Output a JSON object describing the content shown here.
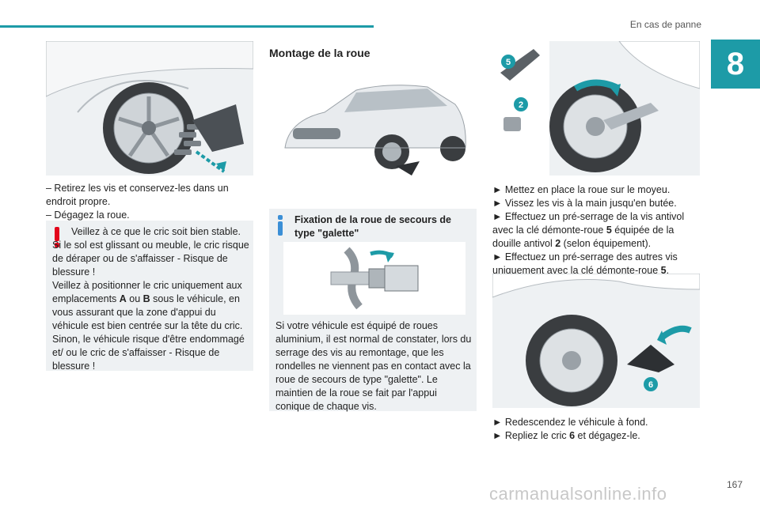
{
  "header": {
    "section_title": "En cas de panne",
    "chapter_number": "8"
  },
  "col1": {
    "step1": "– Retirez les vis et conservez-les dans un endroit propre.",
    "step2": "– Dégagez la roue.",
    "warning": {
      "line1": "Veillez à ce que le cric soit bien stable. Si le sol est glissant ou meuble, le cric risque de déraper ou de s'affaisser - Risque de blessure !",
      "line2_pre": "Veillez à positionner le cric uniquement aux emplacements ",
      "a": "A",
      "or": " ou ",
      "b": "B",
      "line2_post": " sous le véhicule, en vous assurant que la zone d'appui du véhicule est bien centrée sur la tête du cric. Sinon, le véhicule risque d'être endommagé et/ ou le cric de s'affaisser - Risque de blessure !"
    }
  },
  "col2": {
    "heading": "Montage de la roue",
    "info": {
      "title": "Fixation de la roue de secours de type \"galette\"",
      "body": "Si votre véhicule est équipé de roues aluminium, il est normal de constater, lors du serrage des vis au remontage, que les rondelles ne viennent pas en contact avec la roue de secours de type \"galette\". Le maintien de la roue se fait par l'appui conique de chaque vis."
    }
  },
  "col3": {
    "steps1": [
      "► Mettez en place la roue sur le moyeu.",
      "► Vissez les vis à la main jusqu'en butée."
    ],
    "step3_pre": "► Effectuez un pré-serrage de la vis antivol avec la clé démonte-roue ",
    "step3_n5": "5",
    "step3_mid": " équipée de la douille antivol ",
    "step3_n2": "2",
    "step3_post": " (selon équipement).",
    "step4_pre": "► Effectuez un pré-serrage des autres vis uniquement avec la clé démonte-roue ",
    "step4_n5": "5",
    "step4_post": ".",
    "steps2": [
      "► Redescendez le véhicule à fond."
    ],
    "step6_pre": "► Repliez le cric ",
    "step6_n": "6",
    "step6_post": " et dégagez-le.",
    "callouts": {
      "five": "5",
      "two": "2",
      "six": "6"
    }
  },
  "footer": {
    "page_number": "167",
    "watermark": "carmanualsonline.info"
  },
  "colors": {
    "accent": "#1d9ba7",
    "warning": "#e3051b",
    "info": "#3b8fd6",
    "box_bg": "#eef1f3"
  }
}
